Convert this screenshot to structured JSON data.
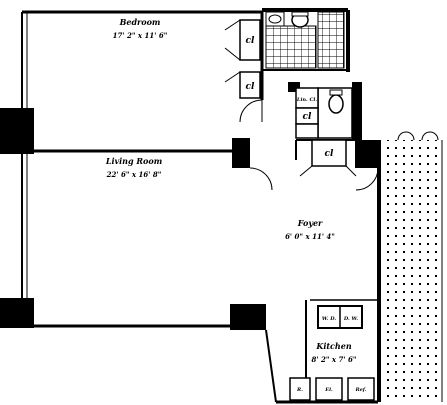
{
  "rooms": {
    "bedroom": {
      "name": "Bedroom",
      "dims": "17' 2\" x 11' 6\""
    },
    "living_room": {
      "name": "Living Room",
      "dims": "22' 6\" x 16' 8\""
    },
    "foyer": {
      "name": "Foyer",
      "dims": "6' 0\" x 11' 4\""
    },
    "kitchen": {
      "name": "Kitchen",
      "dims": "8' 2\" x 7' 6\""
    }
  },
  "closets": {
    "bedroom_top": "cl",
    "bedroom_bottom": "cl",
    "hall_small": "cl",
    "hall_foyer": "cl",
    "linen": "Lin. Cl."
  },
  "fixtures": {
    "washer_dryer": "W. D.",
    "dishwasher": "D. W.",
    "refrigerator": "Ref.",
    "oven": "R.",
    "electric_panel": "El."
  }
}
